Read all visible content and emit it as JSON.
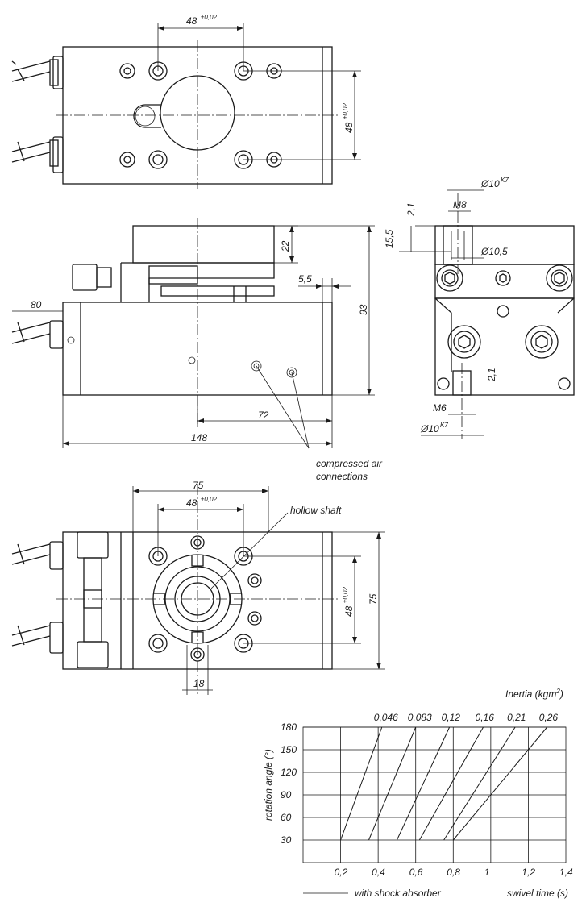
{
  "dimensions": {
    "top_width": "48",
    "top_tol": "±0,02",
    "top_side_height": "48",
    "top_side_tol": "±0,02",
    "side_22": "22",
    "side_5_5": "5,5",
    "side_93": "93",
    "side_80": "80",
    "side_72": "72",
    "side_148": "148",
    "end_d10_top": "Ø10",
    "end_k7_top": "K7",
    "end_2_1_top": "2,1",
    "end_m8": "M8",
    "end_15_5": "15,5",
    "end_d10_5": "Ø10,5",
    "end_2_1_bot": "2,1",
    "end_m6": "M6",
    "end_d10_bot": "Ø10",
    "end_k7_bot": "K7",
    "bottom_75_top": "75",
    "bottom_48": "48",
    "bottom_48_tol": "±0,02",
    "bottom_side_48": "48",
    "bottom_side_48_tol": "±0,02",
    "bottom_side_75": "75",
    "bottom_18": "18"
  },
  "labels": {
    "compressed_air": "compressed air",
    "connections": "connections",
    "hollow_shaft": "hollow shaft"
  },
  "chart_data": {
    "type": "line",
    "x_ticks": [
      "0,2",
      "0,4",
      "0,6",
      "0,8",
      "1",
      "1,2",
      "1,4"
    ],
    "y_ticks": [
      "180",
      "150",
      "120",
      "90",
      "60",
      "30"
    ],
    "xlim": [
      0,
      1.4
    ],
    "ylim": [
      0,
      180
    ],
    "xlabel": "swivel time (s)",
    "ylabel": "rotation angle (°)",
    "top_axis_label": "Inertia (kgm",
    "top_axis_label_sup": "2",
    "top_axis_label_end": ")",
    "legend": "with shock absorber",
    "series": [
      {
        "name": "0,046",
        "points": [
          [
            0.2,
            30
          ],
          [
            0.42,
            180
          ]
        ]
      },
      {
        "name": "0,083",
        "points": [
          [
            0.35,
            30
          ],
          [
            0.6,
            180
          ]
        ]
      },
      {
        "name": "0,12",
        "points": [
          [
            0.5,
            30
          ],
          [
            0.78,
            180
          ]
        ]
      },
      {
        "name": "0,16",
        "points": [
          [
            0.62,
            30
          ],
          [
            0.96,
            180
          ]
        ]
      },
      {
        "name": "0,21",
        "points": [
          [
            0.75,
            30
          ],
          [
            1.13,
            180
          ]
        ]
      },
      {
        "name": "0,26",
        "points": [
          [
            0.8,
            30
          ],
          [
            1.3,
            180
          ]
        ]
      }
    ]
  }
}
